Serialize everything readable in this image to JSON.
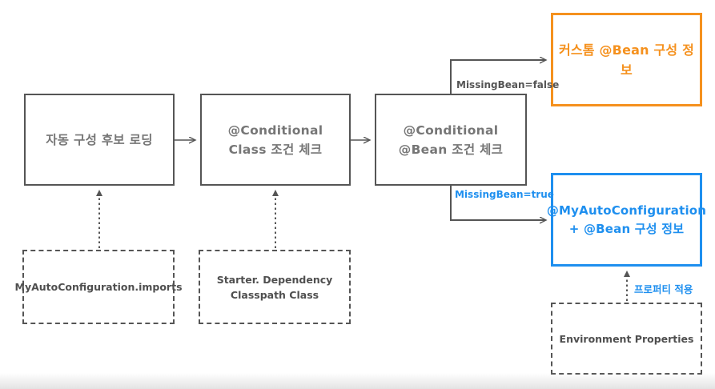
{
  "diagram": {
    "flow_boxes": [
      {
        "id": "auto-config-loading",
        "lines": [
          "자동 구성 후보 로딩"
        ]
      },
      {
        "id": "conditional-class-check",
        "lines": [
          "@Conditional",
          "Class 조건 체크"
        ]
      },
      {
        "id": "conditional-bean-check",
        "lines": [
          "@Conditional",
          "@Bean 조건 체크"
        ]
      }
    ],
    "result_boxes": [
      {
        "id": "custom-bean-config",
        "lines": [
          "커스톰 @Bean 구성 정보"
        ],
        "color": "#F5911E"
      },
      {
        "id": "my-auto-config-bean",
        "lines": [
          "@MyAutoConfiguration",
          "+ @Bean 구성 정보"
        ],
        "color": "#1E8FEF"
      }
    ],
    "source_boxes": [
      {
        "id": "imports-file",
        "lines": [
          "MyAutoConfiguration.imports"
        ]
      },
      {
        "id": "classpath-class",
        "lines": [
          "Starter. Dependency",
          "Classpath Class"
        ]
      },
      {
        "id": "environment-props",
        "lines": [
          "Environment Properties"
        ]
      }
    ],
    "edge_labels": [
      {
        "id": "missing-bean-false",
        "text": "MissingBean=false",
        "color": "#555555"
      },
      {
        "id": "missing-bean-true",
        "text": "MissingBean=true",
        "color": "#1E8FEF"
      },
      {
        "id": "property-apply",
        "text": "프로퍼티 적용",
        "color": "#1E8FEF"
      }
    ],
    "colors": {
      "line_gray": "#555555",
      "box_text_gray": "#767676",
      "accent_orange": "#F5911E",
      "accent_blue": "#1E8FEF"
    }
  }
}
